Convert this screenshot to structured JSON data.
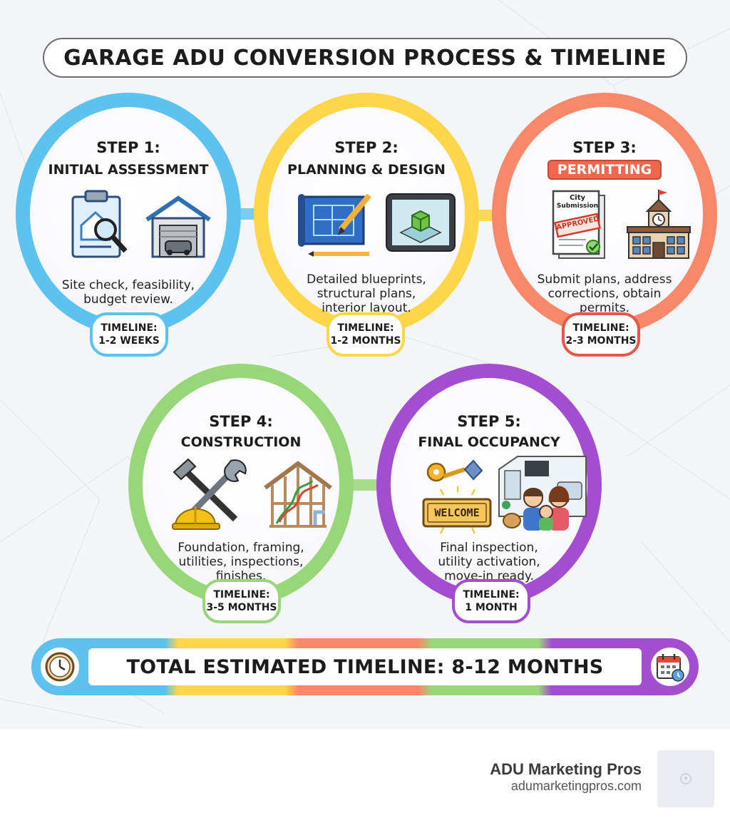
{
  "title": "GARAGE ADU CONVERSION PROCESS & TIMELINE",
  "colors": {
    "step1": "#5cc3f0",
    "step2": "#fdd64b",
    "step3": "#f8886a",
    "step4": "#98d67a",
    "step5": "#a34ed1"
  },
  "steps": [
    {
      "step": "STEP 1:",
      "name": "INITIAL ASSESSMENT",
      "desc1": "Site check, feasibility,",
      "desc2": "budget review.",
      "desc3": "",
      "timeline_label": "TIMELINE:",
      "timeline_value": "1-2 WEEKS",
      "icons": [
        "clipboard-house-icon",
        "garage-icon"
      ]
    },
    {
      "step": "STEP 2:",
      "name": "PLANNING & DESIGN",
      "desc1": "Detailed blueprints,",
      "desc2": "structural plans,",
      "desc3": "interior layout.",
      "timeline_label": "TIMELINE:",
      "timeline_value": "1-2 MONTHS",
      "icons": [
        "blueprint-icon",
        "tablet-3d-icon"
      ]
    },
    {
      "step": "STEP 3:",
      "name": "PERMITTING",
      "desc1": "Submit plans, address",
      "desc2": "corrections, obtain",
      "desc3": "permits.",
      "timeline_label": "TIMELINE:",
      "timeline_value": "2-3 MONTHS",
      "doc_title1": "City",
      "doc_title2": "Submission",
      "stamp": "APPROVED",
      "icons": [
        "approved-document-icon",
        "city-hall-icon"
      ]
    },
    {
      "step": "STEP 4:",
      "name": "CONSTRUCTION",
      "desc1": "Foundation, framing,",
      "desc2": "utilities, inspections,",
      "desc3": "finishes.",
      "timeline_label": "TIMELINE:",
      "timeline_value": "3-5 MONTHS",
      "icons": [
        "tools-hardhat-icon",
        "house-frame-icon"
      ]
    },
    {
      "step": "STEP 5:",
      "name": "FINAL OCCUPANCY",
      "desc1": "Final inspection,",
      "desc2": "utility activation,",
      "desc3": "move-in ready.",
      "timeline_label": "TIMELINE:",
      "timeline_value": "1 MONTH",
      "welcome": "WELCOME",
      "icons": [
        "keys-welcome-icon",
        "family-home-icon"
      ]
    }
  ],
  "total": "TOTAL ESTIMATED TIMELINE: 8-12 MONTHS",
  "footer": {
    "brand": "ADU Marketing Pros",
    "url": "adumarketingpros.com"
  }
}
